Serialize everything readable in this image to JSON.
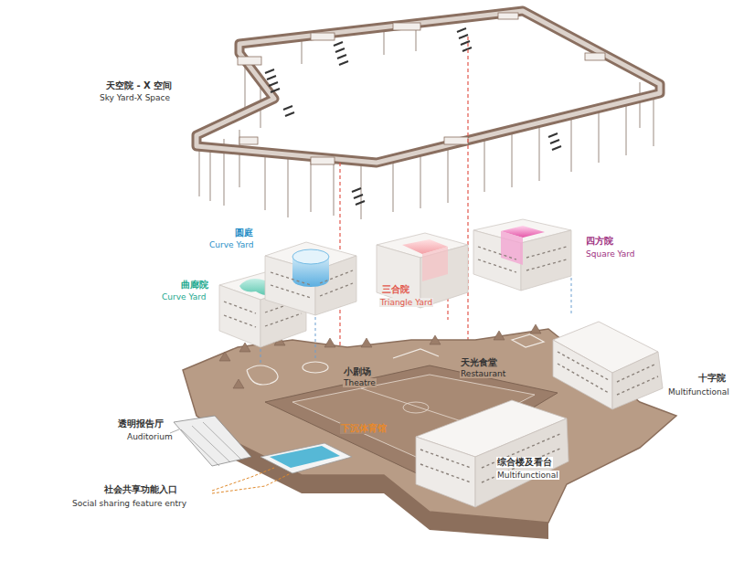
{
  "diagram": {
    "labels": [
      "天空院 - X 空间",
      "Sky Yard-X Space",
      "圆庭",
      "Curve Yard",
      "曲廊院",
      "Curve Yard",
      "三合院",
      "Triangle Yard",
      "四方院",
      "Square Yard",
      "天光食堂",
      "Restaurant",
      "小剧场",
      "Theatre",
      "十字院",
      "Multifunctional",
      "透明报告厅",
      "Auditorium",
      "下沉体育馆",
      "综合楼及看台",
      "Multifunctional",
      "社会共享功能入口",
      "Social sharing feature entry"
    ]
  }
}
